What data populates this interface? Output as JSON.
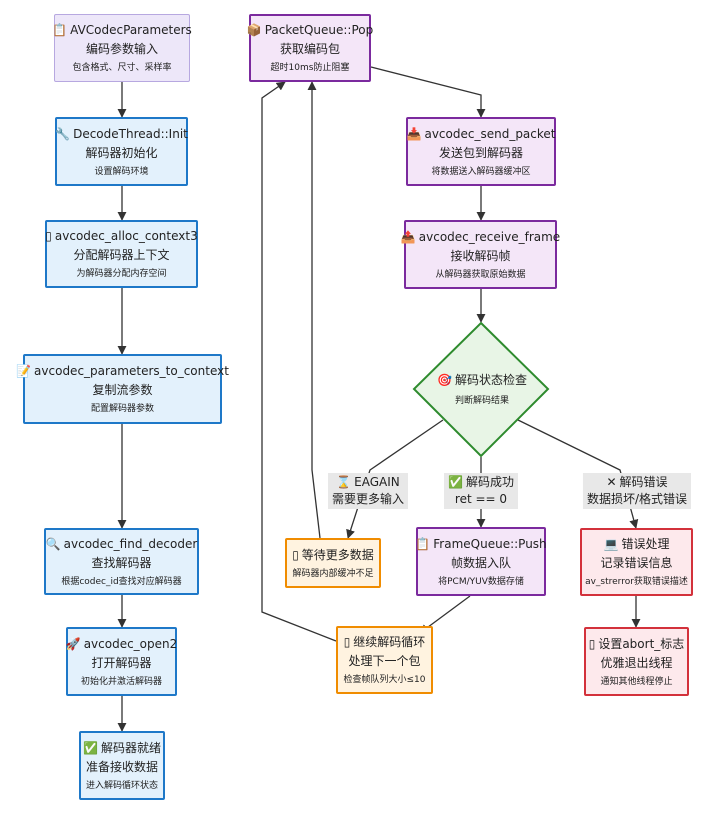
{
  "nodes": {
    "avcodec_parameters": {
      "icon": "clipboard-icon",
      "glyph": "📋",
      "title": "AVCodecParameters",
      "line2": "编码参数输入",
      "line3": "包含格式、尺寸、采样率"
    },
    "decode_thread_init": {
      "icon": "wrench-icon",
      "glyph": "🔧",
      "title": "DecodeThread::Init",
      "line2": "解码器初始化",
      "line3": "设置解码环境"
    },
    "alloc_context3": {
      "icon": "box-icon",
      "glyph": "▯",
      "title": "avcodec_alloc_context3",
      "line2": "分配解码器上下文",
      "line3": "为解码器分配内存空间"
    },
    "parameters_to_context": {
      "icon": "memo-icon",
      "glyph": "📝",
      "title": "avcodec_parameters_to_context",
      "line2": "复制流参数",
      "line3": "配置解码器参数"
    },
    "find_decoder": {
      "icon": "magnifier-icon",
      "glyph": "🔍",
      "title": "avcodec_find_decoder",
      "line2": "查找解码器",
      "line3": "根据codec_id查找对应解码器"
    },
    "open2": {
      "icon": "rocket-icon",
      "glyph": "🚀",
      "title": "avcodec_open2",
      "line2": "打开解码器",
      "line3": "初始化并激活解码器"
    },
    "decoder_ready": {
      "icon": "check-icon",
      "glyph": "✅",
      "title": "解码器就绪",
      "line2": "准备接收数据",
      "line3": "进入解码循环状态"
    },
    "packet_pop": {
      "icon": "package-icon",
      "glyph": "📦",
      "title": "PacketQueue::Pop",
      "line2": "获取编码包",
      "line3": "超时10ms防止阻塞"
    },
    "send_packet": {
      "icon": "inbox-icon",
      "glyph": "📥",
      "title": "avcodec_send_packet",
      "line2": "发送包到解码器",
      "line3": "将数据送入解码器缓冲区"
    },
    "receive_frame": {
      "icon": "outbox-icon",
      "glyph": "📤",
      "title": "avcodec_receive_frame",
      "line2": "接收解码帧",
      "line3": "从解码器获取原始数据"
    },
    "status_check": {
      "icon": "target-icon",
      "glyph": "🎯",
      "title": "解码状态检查",
      "line3": "判断解码结果"
    },
    "wait_more": {
      "icon": "box-icon",
      "glyph": "▯",
      "title": "等待更多数据",
      "line3": "解码器内部缓冲不足"
    },
    "frame_push": {
      "icon": "clipboard-icon",
      "glyph": "📋",
      "title": "FrameQueue::Push",
      "line2": "帧数据入队",
      "line3": "将PCM/YUV数据存储"
    },
    "error_handle": {
      "icon": "computer-icon",
      "glyph": "💻",
      "title": "错误处理",
      "line2": "记录错误信息",
      "line3": "av_strerror获取错误描述"
    },
    "continue_loop": {
      "icon": "box-icon",
      "glyph": "▯",
      "title": "继续解码循环",
      "line2": "处理下一个包",
      "line3": "检查帧队列大小≤10"
    },
    "set_abort": {
      "icon": "box-icon",
      "glyph": "▯",
      "title": "设置abort_标志",
      "line2": "优雅退出线程",
      "line3": "通知其他线程停止"
    }
  },
  "edge_labels": {
    "eagain": {
      "icon": "hourglass-icon",
      "glyph": "⌛",
      "line1": "EAGAIN",
      "line2": "需要更多输入"
    },
    "success": {
      "icon": "check-icon",
      "glyph": "✅",
      "line1": "解码成功",
      "line2": "ret == 0"
    },
    "error": {
      "icon": "cross-icon",
      "glyph": "✕",
      "line1": "解码错误",
      "line2": "数据损坏/格式错误"
    }
  },
  "colors": {
    "edge": "#333333",
    "blue": "#1e78c8",
    "purple": "#7b2a9e",
    "orange": "#f08c00",
    "red": "#d3313b",
    "green": "#2e8b2e",
    "lavender": "#b7a8e0"
  }
}
